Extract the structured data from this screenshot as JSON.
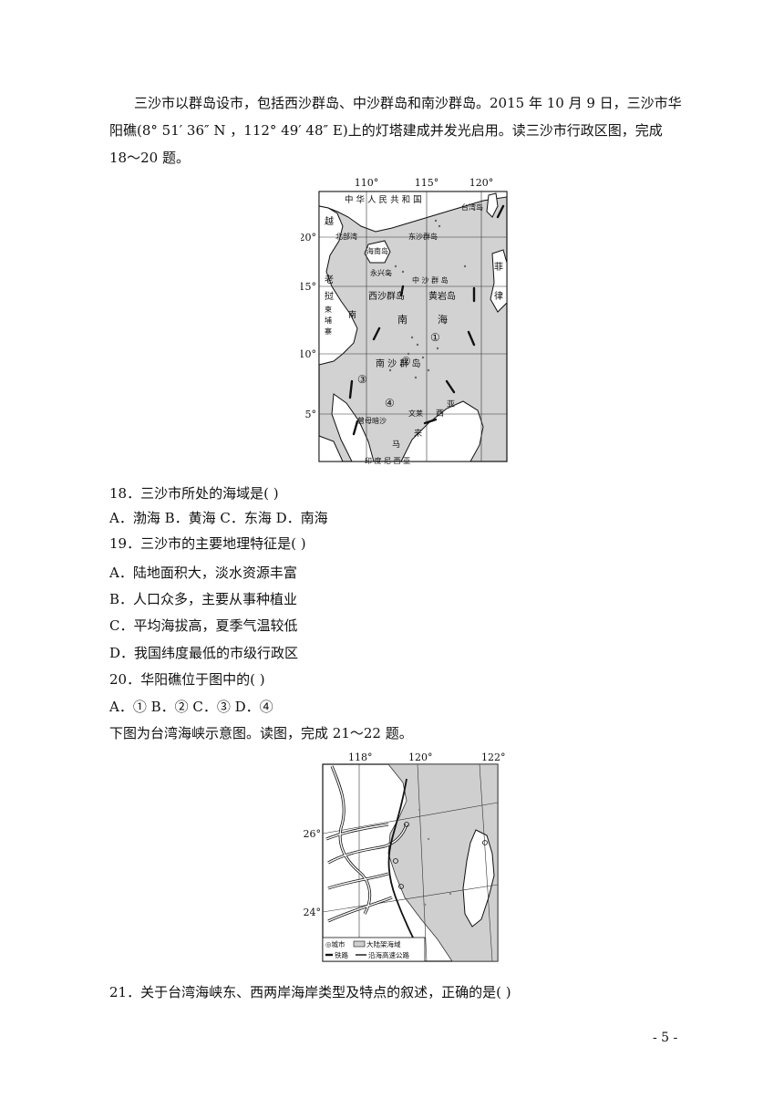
{
  "intro": {
    "line1": "三沙市以群岛设市，包括西沙群岛、中沙群岛和南沙群岛。2015 年 10 月 9 日，三沙市华",
    "line2": "阳礁(8° 51′ 36″ N ，112° 49′ 48″ E)上的灯塔建成并发光启用。读三沙市行政区图，完成",
    "line3": "18～20 题。"
  },
  "map1": {
    "lon_labels": [
      "110°",
      "115°",
      "120°"
    ],
    "lat_labels": [
      "20°",
      "15°",
      "10°",
      "5°"
    ],
    "labels": {
      "china": "中 华 人 民 共 和 国",
      "taiwan": "台湾岛",
      "yue": "越",
      "beibuwan": "北部湾",
      "dongsha": "东沙群岛",
      "hainan": "海南岛",
      "yongxing": "永兴岛",
      "zhongsha": "中 沙 群 岛",
      "fei": "菲",
      "lao": "老",
      "wo": "挝",
      "xisha": "西沙群岛",
      "huangyan": "黄岩岛",
      "lv": "律",
      "jianpuzhai": "柬 埔 寨",
      "nan_small": "南",
      "nan_big": "南",
      "hai_big": "海",
      "circle1": "①",
      "circle2": "②",
      "circle3": "③",
      "circle4": "④",
      "nansha": "南 沙 群 岛",
      "wenlai": "文莱",
      "xi": "西",
      "ya": "亚",
      "zengmu": "曾母暗沙",
      "lai": "来",
      "ma": "马",
      "indonesia": "印    度    尼    西    亚"
    }
  },
  "q18": {
    "stem": "18．三沙市所处的海域是(      )",
    "options": "A．渤海      B．黄海   C．东海        D．南海"
  },
  "q19": {
    "stem": "19．三沙市的主要地理特征是(      )",
    "a": "A．陆地面积大，淡水资源丰富",
    "b": "B．人口众多，主要从事种植业",
    "c": "C．平均海拔高，夏季气温较低",
    "d": "D．我国纬度最低的市级行政区"
  },
  "q20": {
    "stem": "20．华阳礁位于图中的(      )",
    "options": "A．①           B．②  C．③           D．④"
  },
  "intro2": "下图为台湾海峡示意图。读图，完成 21～22 题。",
  "map2": {
    "lon_labels": [
      "118°",
      "120°",
      "122°"
    ],
    "lat_labels": [
      "26°",
      "24°"
    ],
    "legend": {
      "city": "◎城市",
      "shelf": "大陆架海域",
      "rail": "铁路",
      "highway": "沿海高速公路"
    }
  },
  "q21": {
    "stem": "21．关于台湾海峡东、西两岸海岸类型及特点的叙述，正确的是(      )"
  },
  "page_number": "- 5 -"
}
